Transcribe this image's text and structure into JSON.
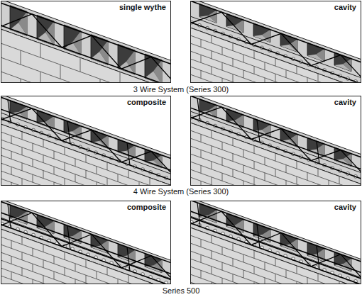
{
  "diagram": {
    "nodes": [
      {
        "text": [
          "single wythe"
        ]
      },
      {
        "text": [
          "cavity"
        ]
      },
      {
        "text": [
          "composite"
        ]
      },
      {
        "text": [
          "cavity"
        ]
      },
      {
        "text": [
          "composite"
        ]
      },
      {
        "text": [
          "cavity"
        ]
      }
    ],
    "labels": [
      "3 Wire System (Series 300)",
      "4 Wire System (Series 300)",
      "Series 500"
    ]
  }
}
